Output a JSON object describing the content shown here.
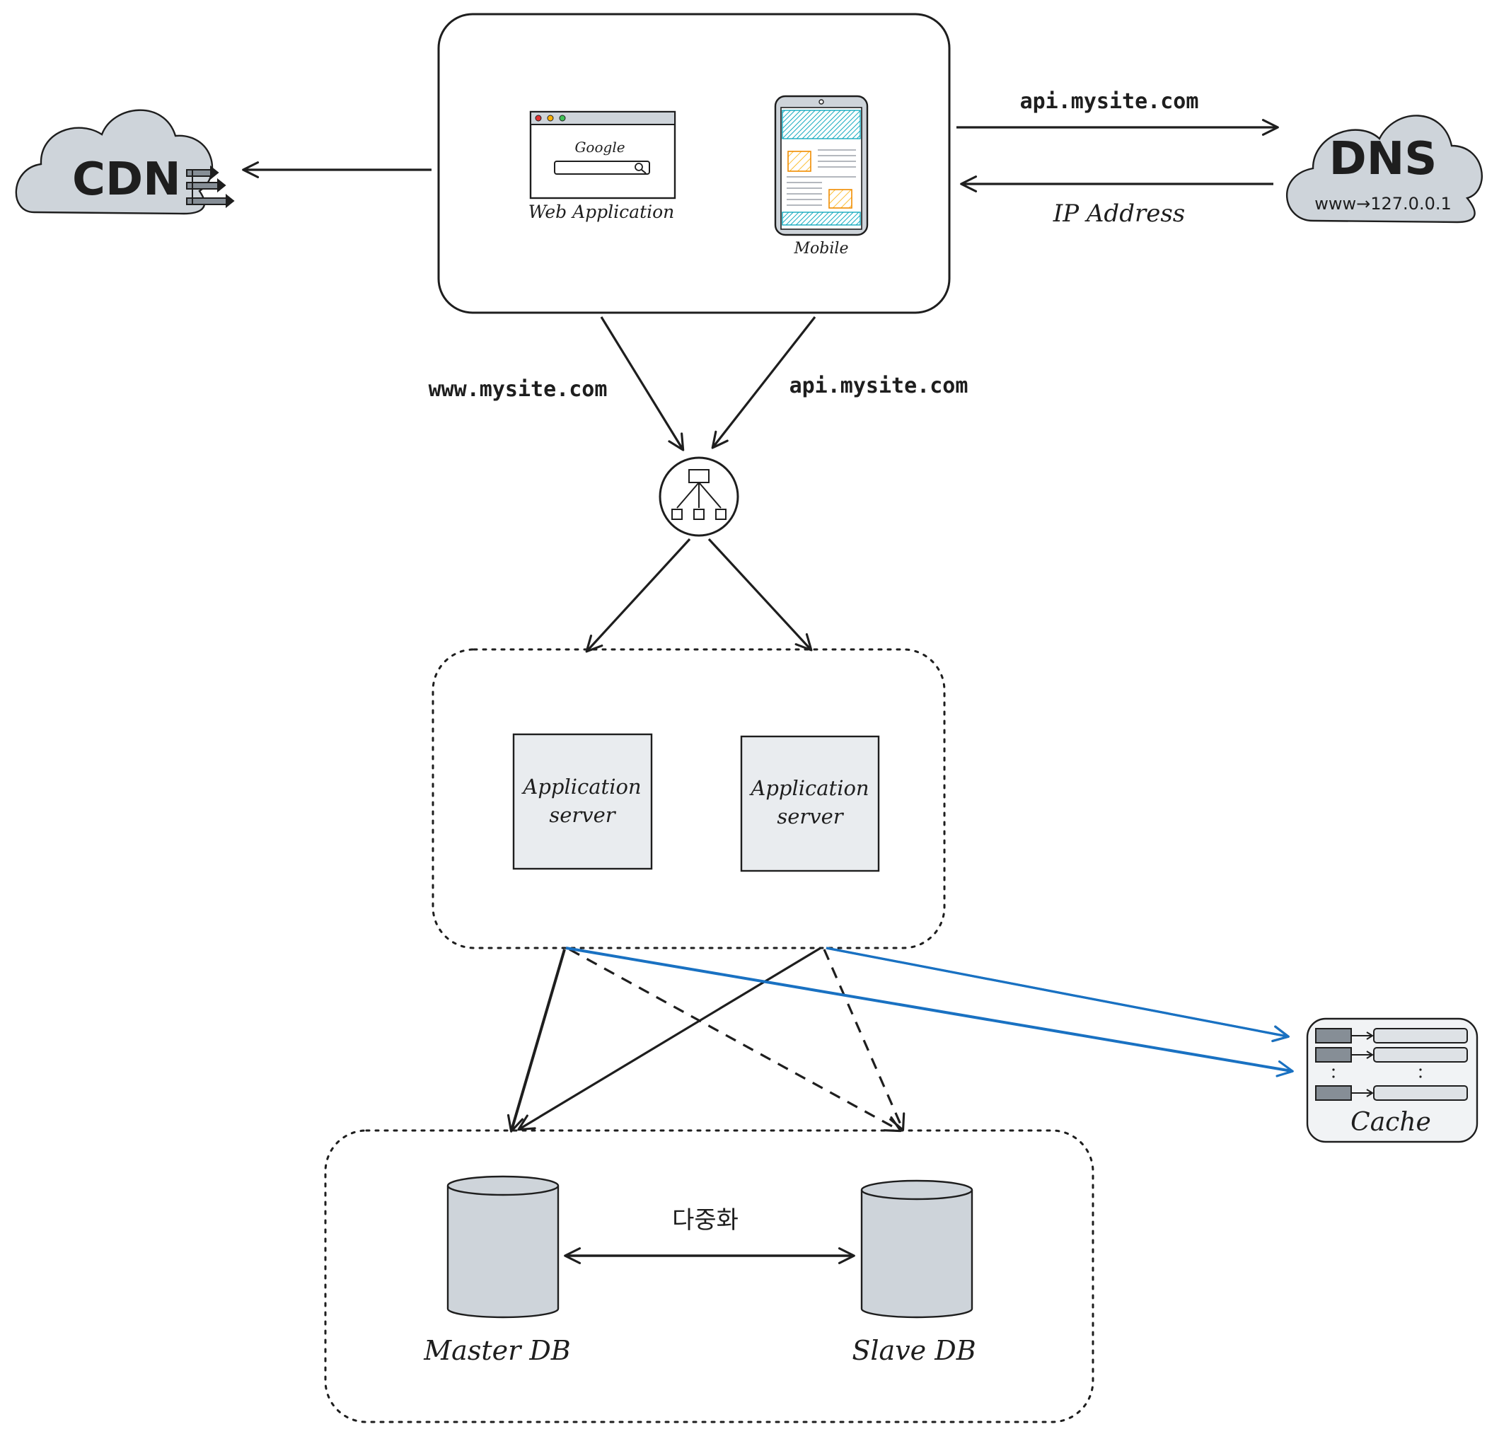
{
  "colors": {
    "ink": "#1e1e1e",
    "cloud": "#ced4da",
    "server_fill": "#e9ecef",
    "db_fill": "#ced4da",
    "cache_fill": "#f1f3f5",
    "cache_key": "#868e96",
    "cache_value": "#dee2e6",
    "cache_arrow": "#1971c2",
    "mobile_hatch": "#15aabf",
    "mobile_image": "#fab005"
  },
  "cdn": {
    "label": "CDN"
  },
  "dns": {
    "label": "DNS",
    "mapping": "www→127.0.0.1"
  },
  "client": {
    "web_label": "Web Application",
    "browser_logo": "Google",
    "mobile_label": "Mobile"
  },
  "edges": {
    "to_dns": "api.mysite.com",
    "from_dns": "IP Address",
    "web_to_lb": "www.mysite.com",
    "mobile_to_lb": "api.mysite.com",
    "replication": "다중화"
  },
  "servers": [
    {
      "line1": "Application",
      "line2": "server"
    },
    {
      "line1": "Application",
      "line2": "server"
    }
  ],
  "cache": {
    "label": "Cache"
  },
  "databases": {
    "master": "Master DB",
    "slave": "Slave DB"
  },
  "icons": {
    "load_balancer": "load-balancer-icon",
    "cdn_flow": "cdn-flow-arrows-icon"
  }
}
